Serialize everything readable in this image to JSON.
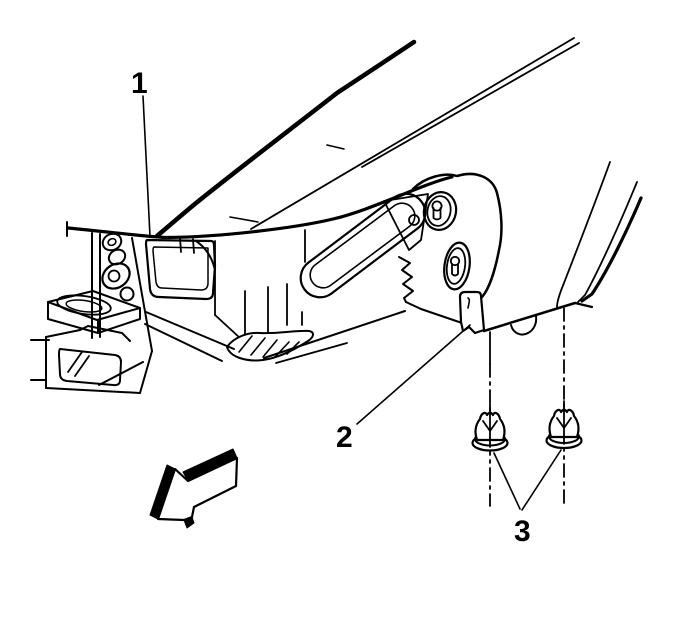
{
  "illustration": {
    "background_color": "#ffffff",
    "line_color": "#000000",
    "callouts": [
      {
        "label": "1"
      },
      {
        "label": "2"
      },
      {
        "label": "3"
      }
    ],
    "fasteners": {
      "count": 2,
      "type": "screw-retainer"
    },
    "icons": {
      "direction_arrow": "front-of-vehicle-arrow"
    }
  }
}
